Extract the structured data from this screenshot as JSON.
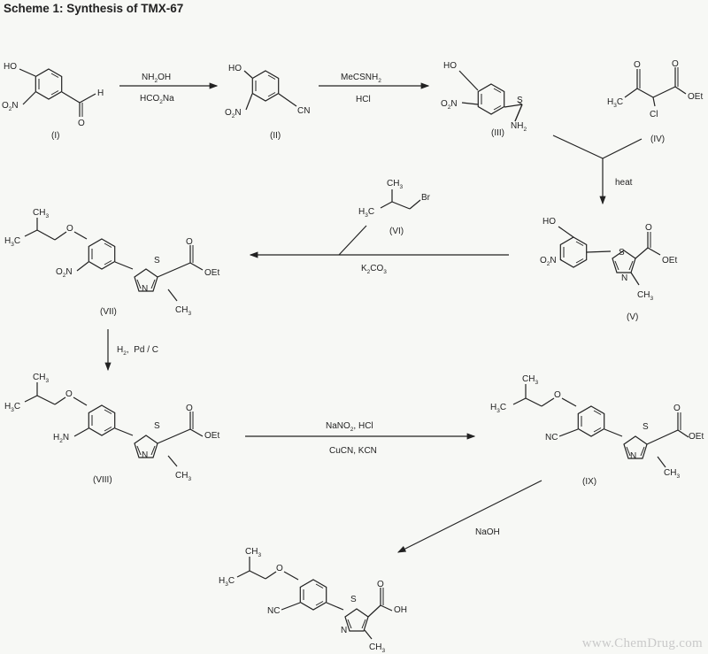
{
  "title": "Scheme 1: Synthesis of TMX-67",
  "watermark": "www.ChemDrug.com",
  "compounds": [
    {
      "id": "I",
      "label": "(I)",
      "groups": [
        "HO",
        "O2N",
        "H",
        "O"
      ]
    },
    {
      "id": "II",
      "label": "(II)",
      "groups": [
        "HO",
        "O2N",
        "CN"
      ]
    },
    {
      "id": "III",
      "label": "(III)",
      "groups": [
        "HO",
        "O2N",
        "S",
        "NH2"
      ]
    },
    {
      "id": "IV",
      "label": "(IV)",
      "groups": [
        "H3C",
        "O",
        "O",
        "OEt",
        "Cl"
      ]
    },
    {
      "id": "V",
      "label": "(V)",
      "groups": [
        "HO",
        "O2N",
        "S",
        "N",
        "O",
        "OEt",
        "CH3"
      ]
    },
    {
      "id": "VI",
      "label": "(VI)",
      "groups": [
        "CH3",
        "H3C",
        "Br"
      ]
    },
    {
      "id": "VII",
      "label": "(VII)",
      "groups": [
        "CH3",
        "H3C",
        "O",
        "O2N",
        "S",
        "N",
        "O",
        "OEt",
        "CH3"
      ]
    },
    {
      "id": "VIII",
      "label": "(VIII)",
      "groups": [
        "CH3",
        "H3C",
        "O",
        "H2N",
        "S",
        "N",
        "O",
        "OEt",
        "CH3"
      ]
    },
    {
      "id": "IX",
      "label": "(IX)",
      "groups": [
        "CH3",
        "H3C",
        "O",
        "NC",
        "S",
        "N",
        "O",
        "OEt",
        "CH3"
      ]
    },
    {
      "id": "X",
      "label": "",
      "groups": [
        "CH3",
        "H3C",
        "O",
        "NC",
        "S",
        "N",
        "O",
        "OH",
        "CH3"
      ]
    }
  ],
  "reactions": [
    {
      "from": "I",
      "to": "II",
      "above": "NH2OH",
      "below": "HCO2Na"
    },
    {
      "from": "II",
      "to": "III",
      "above": "MeCSNH2",
      "below": "HCl"
    },
    {
      "from": "III + IV",
      "to": "V",
      "side": "heat"
    },
    {
      "from": "V + VI",
      "to": "VII",
      "below": "K2CO3"
    },
    {
      "from": "VII",
      "to": "VIII",
      "side": "H2, Pd / C"
    },
    {
      "from": "VIII",
      "to": "IX",
      "above": "NaNO2, HCl",
      "below": "CuCN, KCN"
    },
    {
      "from": "IX",
      "to": "X",
      "side": "NaOH"
    }
  ]
}
